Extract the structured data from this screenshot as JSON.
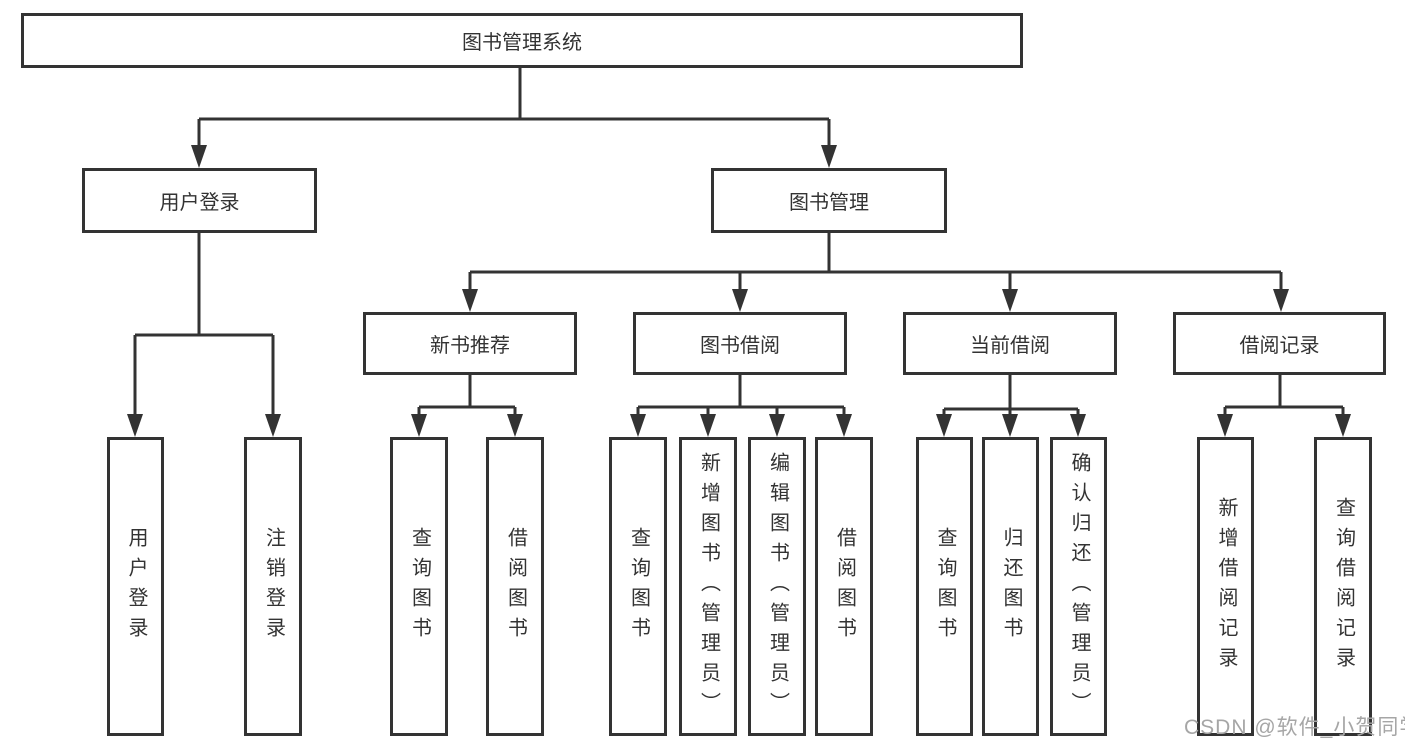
{
  "diagram": {
    "root": {
      "label": "图书管理系统"
    },
    "branches": [
      {
        "label": "用户登录",
        "children": [
          {
            "label": "用户登录"
          },
          {
            "label": "注销登录"
          }
        ]
      },
      {
        "label": "图书管理",
        "children": [
          {
            "label": "新书推荐",
            "children": [
              {
                "label": "查询图书"
              },
              {
                "label": "借阅图书"
              }
            ]
          },
          {
            "label": "图书借阅",
            "children": [
              {
                "label": "查询图书"
              },
              {
                "label": "新增图书（管理员）"
              },
              {
                "label": "编辑图书（管理员）"
              },
              {
                "label": "借阅图书"
              }
            ]
          },
          {
            "label": "当前借阅",
            "children": [
              {
                "label": "查询图书"
              },
              {
                "label": "归还图书"
              },
              {
                "label": "确认归还（管理员）"
              }
            ]
          },
          {
            "label": "借阅记录",
            "children": [
              {
                "label": "新增借阅记录"
              },
              {
                "label": "查询借阅记录"
              }
            ]
          }
        ]
      }
    ],
    "watermark": "CSDN @软件_小贺同学",
    "colors": {
      "line": "#333333",
      "text": "#333333",
      "watermark": "#a6a6a6",
      "background": "#ffffff"
    }
  }
}
